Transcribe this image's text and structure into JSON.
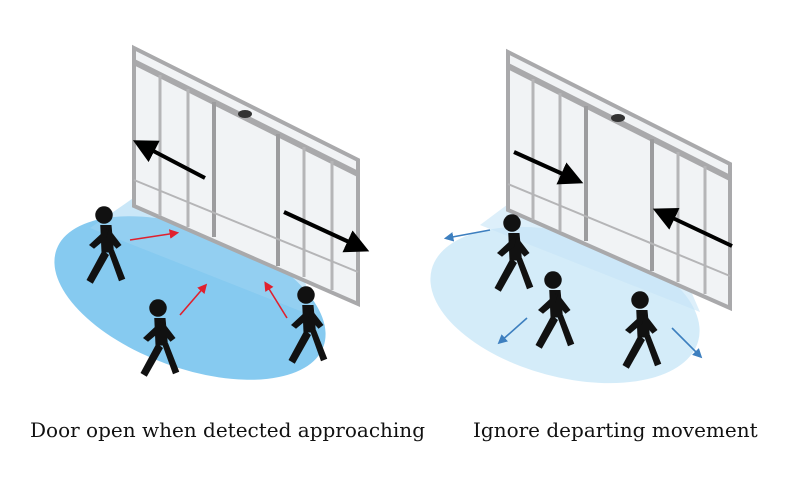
{
  "panels": [
    {
      "id": "approach",
      "caption": "Door open when detected approaching",
      "arrow_color": "#e0202e"
    },
    {
      "id": "depart",
      "caption": "Ignore departing movement",
      "arrow_color": "#3d7fbf"
    }
  ],
  "colors": {
    "zone_left": "#79c4ee",
    "zone_right": "#d2ebf9",
    "beam": "#9fd4f2",
    "frame": "#a9a9ab",
    "glass": "#f1f3f5",
    "figure": "#111111",
    "door_arrow": "#000000"
  },
  "icons": [
    "walking-person-icon",
    "sliding-door-icon",
    "motion-sensor-icon",
    "movement-arrow-icon"
  ]
}
